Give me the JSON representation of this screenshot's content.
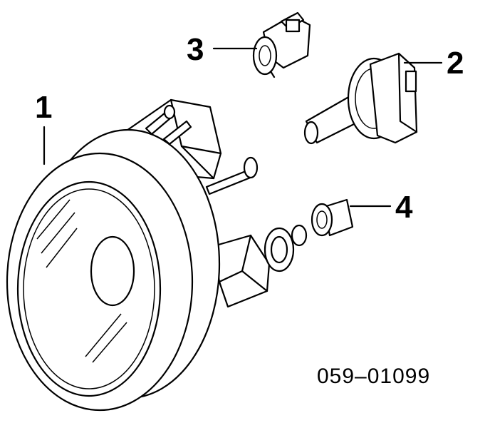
{
  "callouts": [
    {
      "id": "1",
      "label": "1",
      "part": "fog-lamp-assembly"
    },
    {
      "id": "2",
      "label": "2",
      "part": "bulb"
    },
    {
      "id": "3",
      "label": "3",
      "part": "socket-connector"
    },
    {
      "id": "4",
      "label": "4",
      "part": "wedge-bulb"
    }
  ],
  "part_code": "059–01099",
  "colors": {
    "ink": "#000000",
    "paper": "#ffffff"
  }
}
